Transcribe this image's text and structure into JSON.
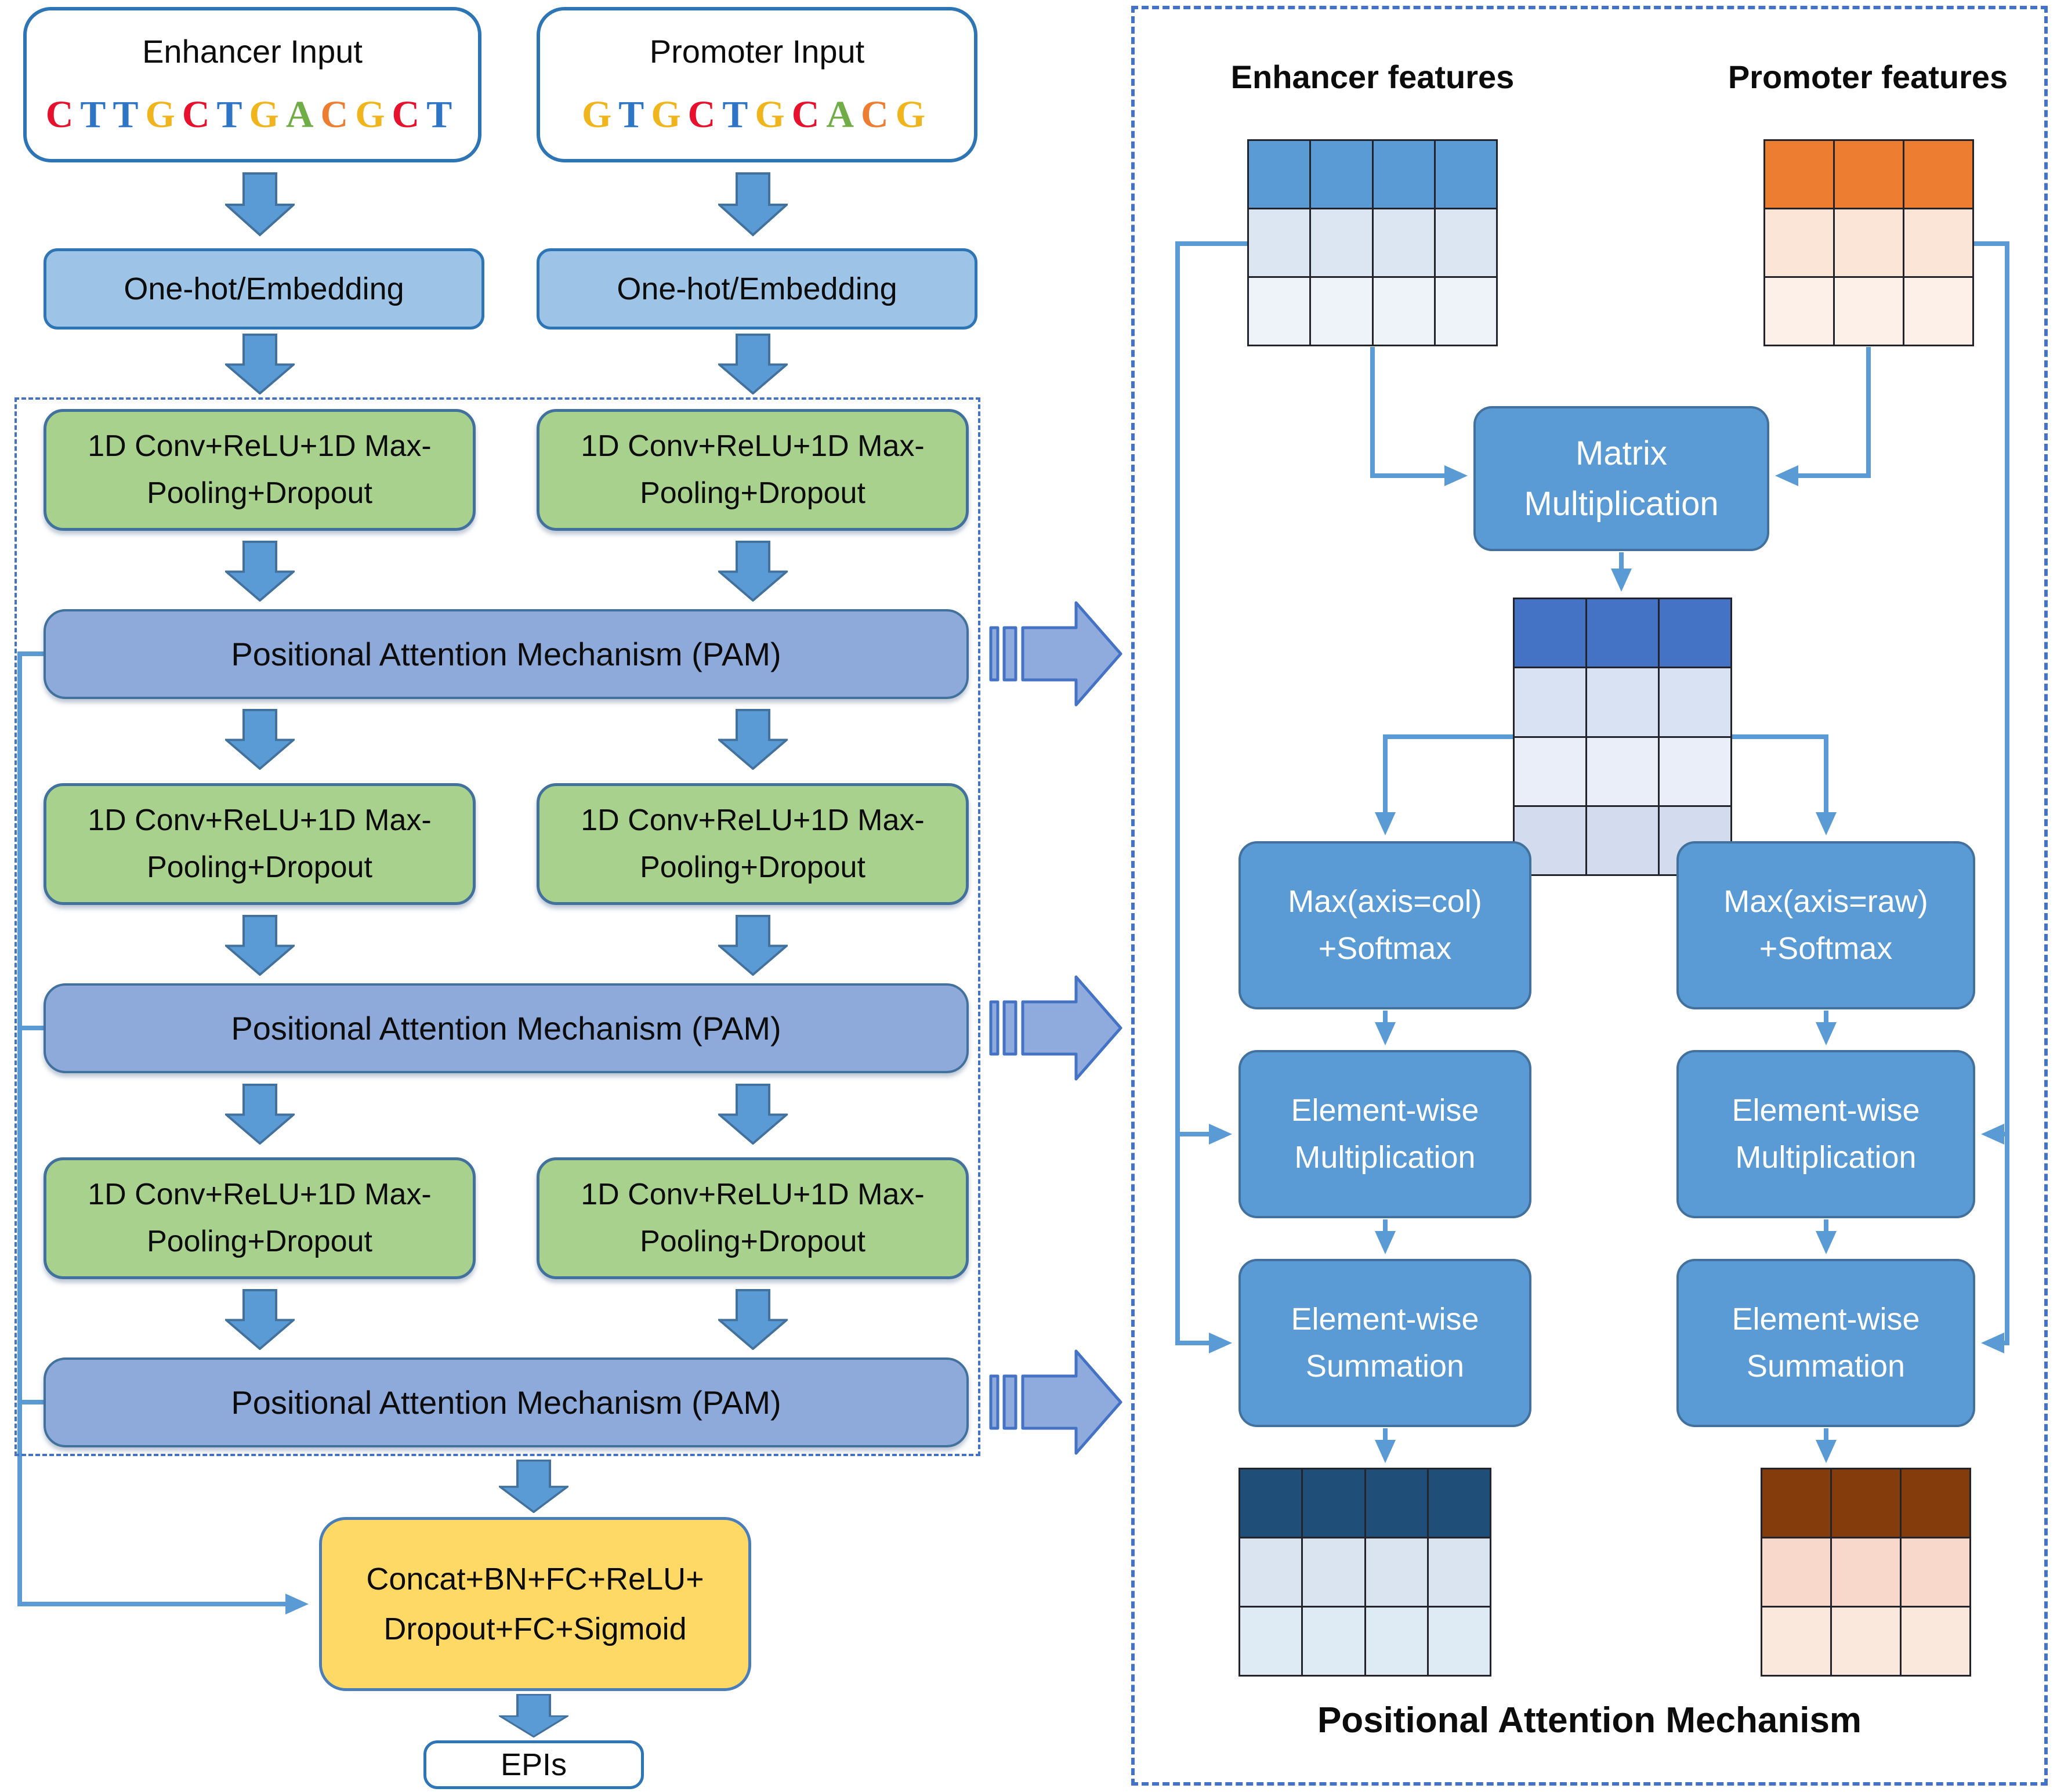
{
  "left_panel": {
    "enhancer_input_title": "Enhancer Input",
    "promoter_input_title": "Promoter Input",
    "onehot_label": "One-hot/Embedding",
    "conv_label": "1D Conv+ReLU+1D Max-\nPooling+Dropout",
    "pam_label": "Positional Attention Mechanism (PAM)",
    "concat_label": "Concat+BN+FC+ReLU+\nDropout+FC+Sigmoid",
    "output_label": "EPIs"
  },
  "sequences": {
    "enhancer": [
      {
        "ch": "C",
        "color": "#e8112d"
      },
      {
        "ch": "T",
        "color": "#2e75c6"
      },
      {
        "ch": "T",
        "color": "#2e75c6"
      },
      {
        "ch": "G",
        "color": "#f0b41c"
      },
      {
        "ch": "C",
        "color": "#e8112d"
      },
      {
        "ch": "T",
        "color": "#2e75c6"
      },
      {
        "ch": "G",
        "color": "#f0b41c"
      },
      {
        "ch": "A",
        "color": "#70ad47"
      },
      {
        "ch": "C",
        "color": "#ed7d31"
      },
      {
        "ch": "G",
        "color": "#f0b41c"
      },
      {
        "ch": "C",
        "color": "#e8112d"
      },
      {
        "ch": "T",
        "color": "#2e75c6"
      }
    ],
    "promoter": [
      {
        "ch": "G",
        "color": "#f0b41c"
      },
      {
        "ch": "T",
        "color": "#2e75c6"
      },
      {
        "ch": "G",
        "color": "#f0b41c"
      },
      {
        "ch": "C",
        "color": "#e8112d"
      },
      {
        "ch": "T",
        "color": "#2e75c6"
      },
      {
        "ch": "G",
        "color": "#f0b41c"
      },
      {
        "ch": "C",
        "color": "#e8112d"
      },
      {
        "ch": "A",
        "color": "#70ad47"
      },
      {
        "ch": "C",
        "color": "#ed7d31"
      },
      {
        "ch": "G",
        "color": "#f0b41c"
      }
    ]
  },
  "right_panel": {
    "title": "Positional Attention Mechanism",
    "enhancer_features_label": "Enhancer features",
    "promoter_features_label": "Promoter features",
    "matrix_multiplication_label": "Matrix\nMultiplication",
    "max_col_label": "Max(axis=col)\n+Softmax",
    "max_raw_label": "Max(axis=raw)\n+Softmax",
    "elementwise_multiplication_label": "Element-wise\nMultiplication",
    "elementwise_summation_label": "Element-wise\nSummation",
    "grids": {
      "enhancer_features": {
        "cols": 4,
        "rows": 3,
        "row_colors": [
          "#5b9bd5",
          "#dce6f2",
          "#eef2f9"
        ]
      },
      "promoter_features": {
        "cols": 3,
        "rows": 3,
        "row_colors": [
          "#ed7d31",
          "#fbe5d6",
          "#fdf0e8"
        ]
      },
      "attention_matrix": {
        "cols": 3,
        "rows": 4,
        "row_colors": [
          "#4472c4",
          "#d9e2f3",
          "#e9eef8",
          "#d3dcee"
        ]
      },
      "enhancer_output": {
        "cols": 4,
        "rows": 3,
        "row_colors": [
          "#1f4e79",
          "#dae3f0",
          "#deebf5"
        ]
      },
      "promoter_output": {
        "cols": 3,
        "rows": 3,
        "row_colors": [
          "#843c0c",
          "#f7d8ca",
          "#fbe8dd"
        ]
      }
    }
  },
  "colors": {
    "node_blue": "#5b9bd5",
    "node_blue_border": "#41719c",
    "pam_fill": "#8eaadb",
    "onehot_fill": "#9dc3e6",
    "green_fill": "#a9d18e",
    "yellow_fill": "#ffd966",
    "ribbon_fill": "#8faadc",
    "ribbon_border": "#4472c4",
    "dashed_border": "#4472c4",
    "connector": "#5b9bd5",
    "input_border": "#2e75b6"
  }
}
